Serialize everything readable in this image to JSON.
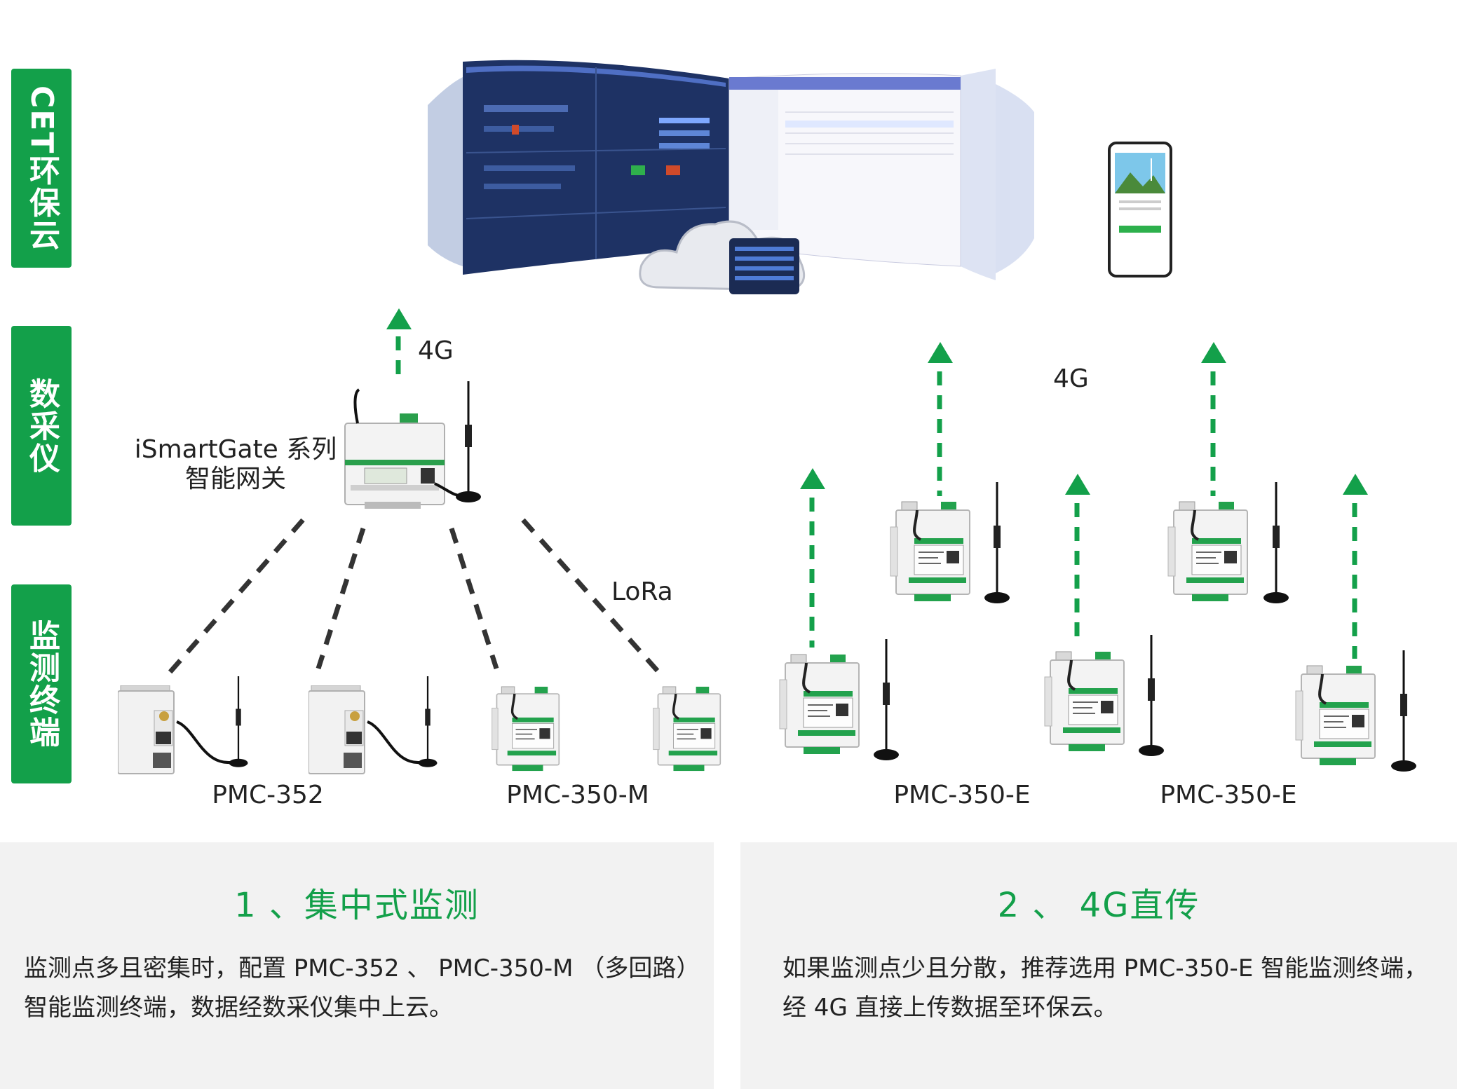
{
  "side_tabs": {
    "cloud": "CET环保云",
    "collector": "数采仪",
    "terminal": "监测终端"
  },
  "labels": {
    "link_4g_gateway": "4G",
    "link_4g_direct": "4G",
    "gateway_line1": "iSmartGate 系列",
    "gateway_line2": "智能网关",
    "lora": "LoRa",
    "pmc352": "PMC-352",
    "pmc350m": "PMC-350-M",
    "pmc350e_a": "PMC-350-E",
    "pmc350e_b": "PMC-350-E"
  },
  "panels": {
    "left_title": "1 、集中式监测",
    "left_text": "监测点多且密集时，配置 PMC-352 、 PMC-350-M （多回路）智能监测终端，数据经数采仪集中上云。",
    "right_title": "2 、 4G直传",
    "right_text": "如果监测点少且分散，推荐选用 PMC-350-E 智能监测终端，经 4G 直接上传数据至环保云。"
  },
  "colors": {
    "brand_green": "#13a04a",
    "panel_bg": "#f2f2f2",
    "dashed_line": "#333333"
  },
  "icons": {
    "dashboard_screens": "monitoring-dashboard-icon",
    "cloud": "cloud-server-icon",
    "phone": "smartphone-icon",
    "gateway": "gateway-device-icon",
    "antenna": "antenna-icon",
    "din_meter": "din-rail-meter-icon",
    "arrow": "upload-arrow-icon"
  }
}
